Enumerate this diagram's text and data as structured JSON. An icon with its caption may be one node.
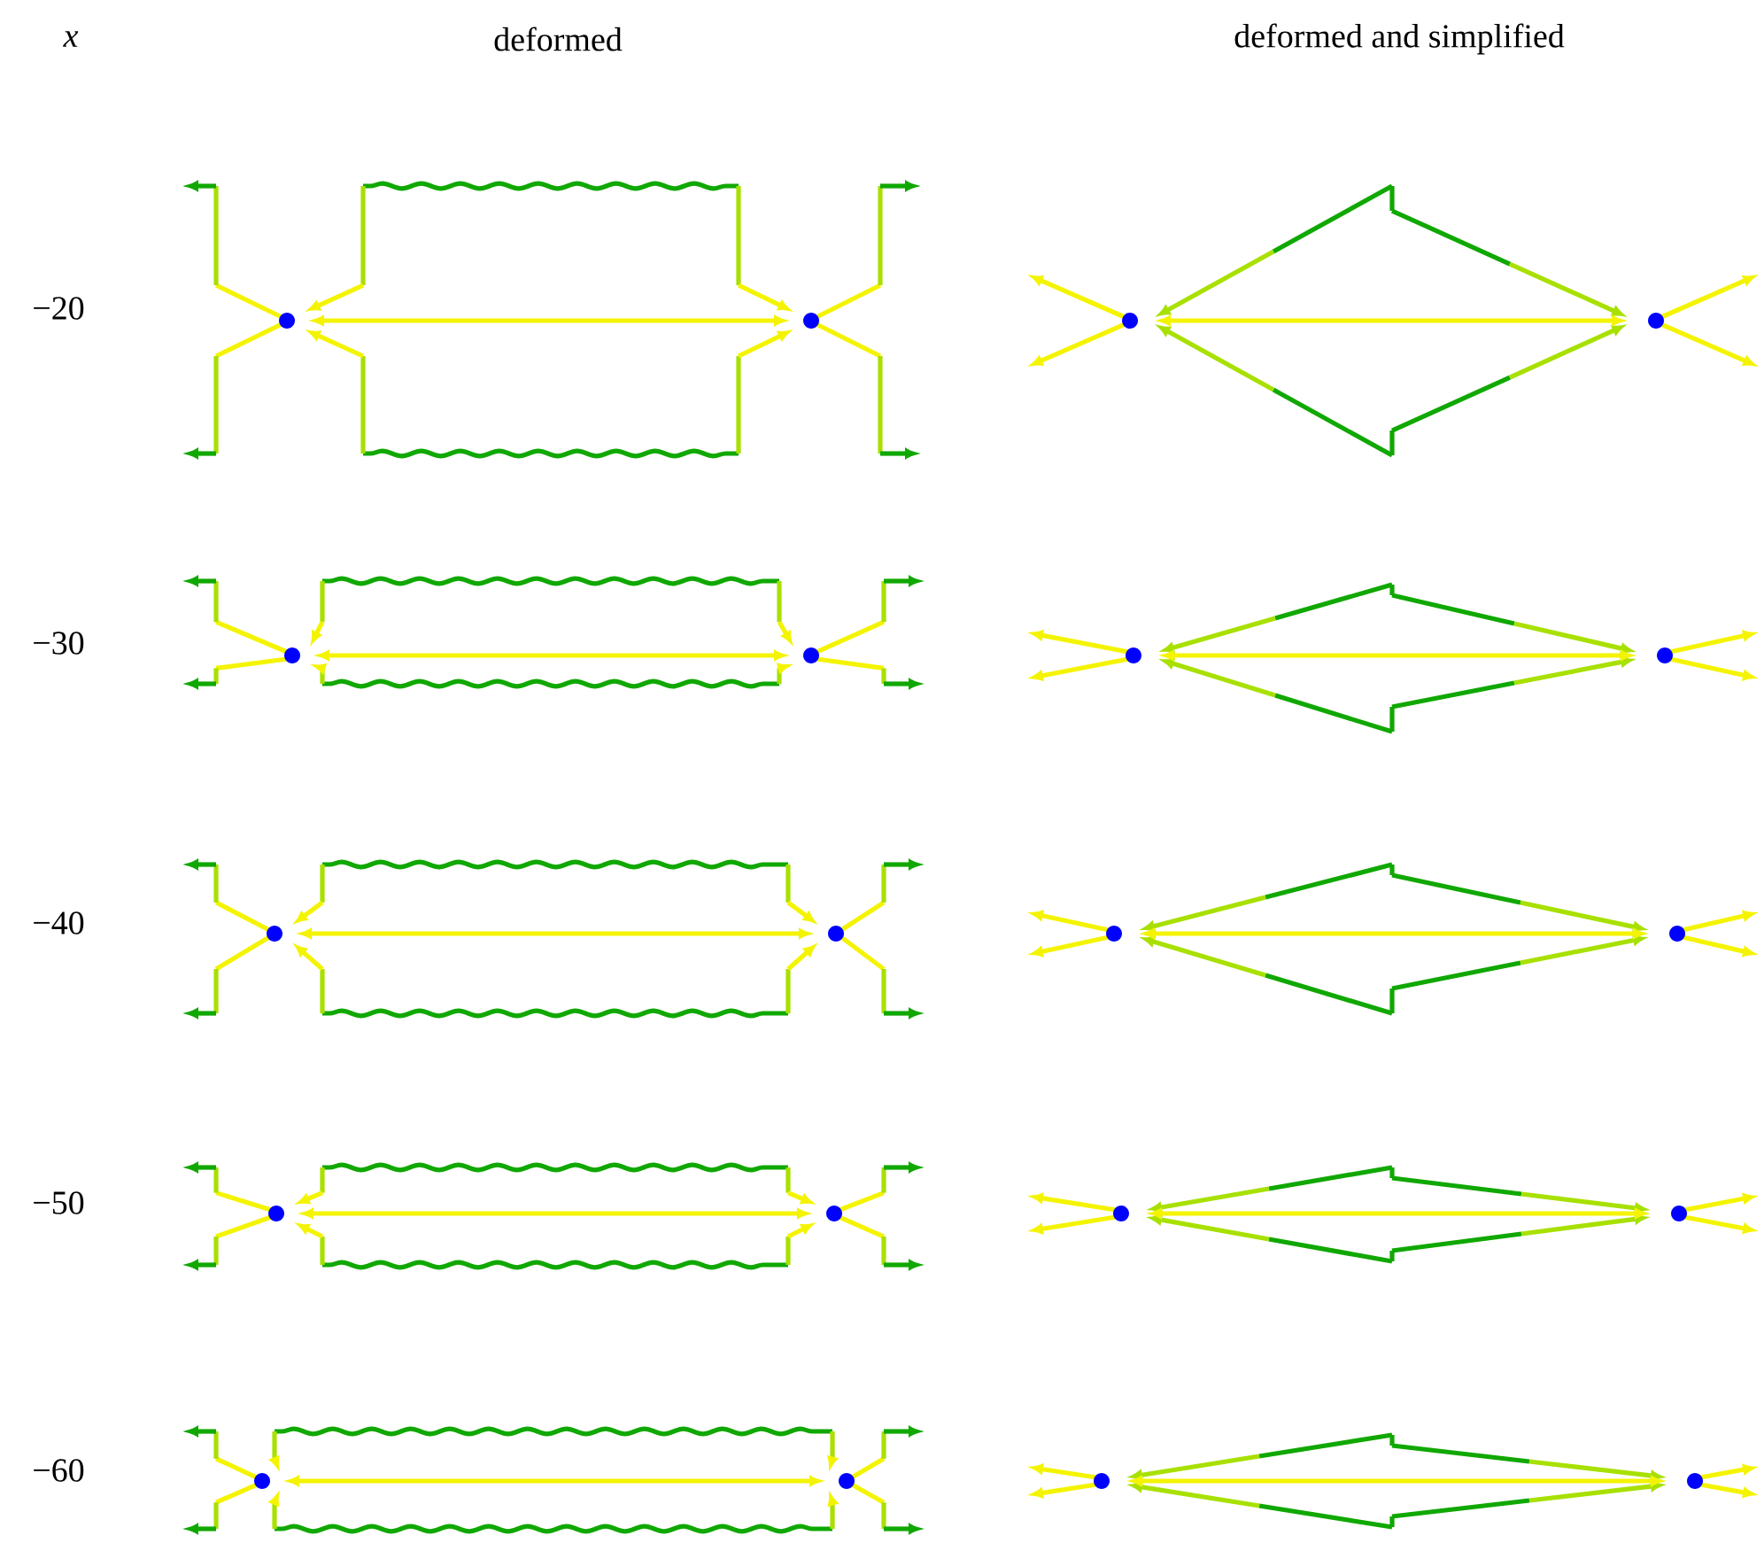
{
  "diagram": {
    "labels": [
      "x",
      "deformed",
      "deformed and simplified",
      "−20",
      "−30",
      "−40",
      "−50",
      "−60"
    ]
  }
}
